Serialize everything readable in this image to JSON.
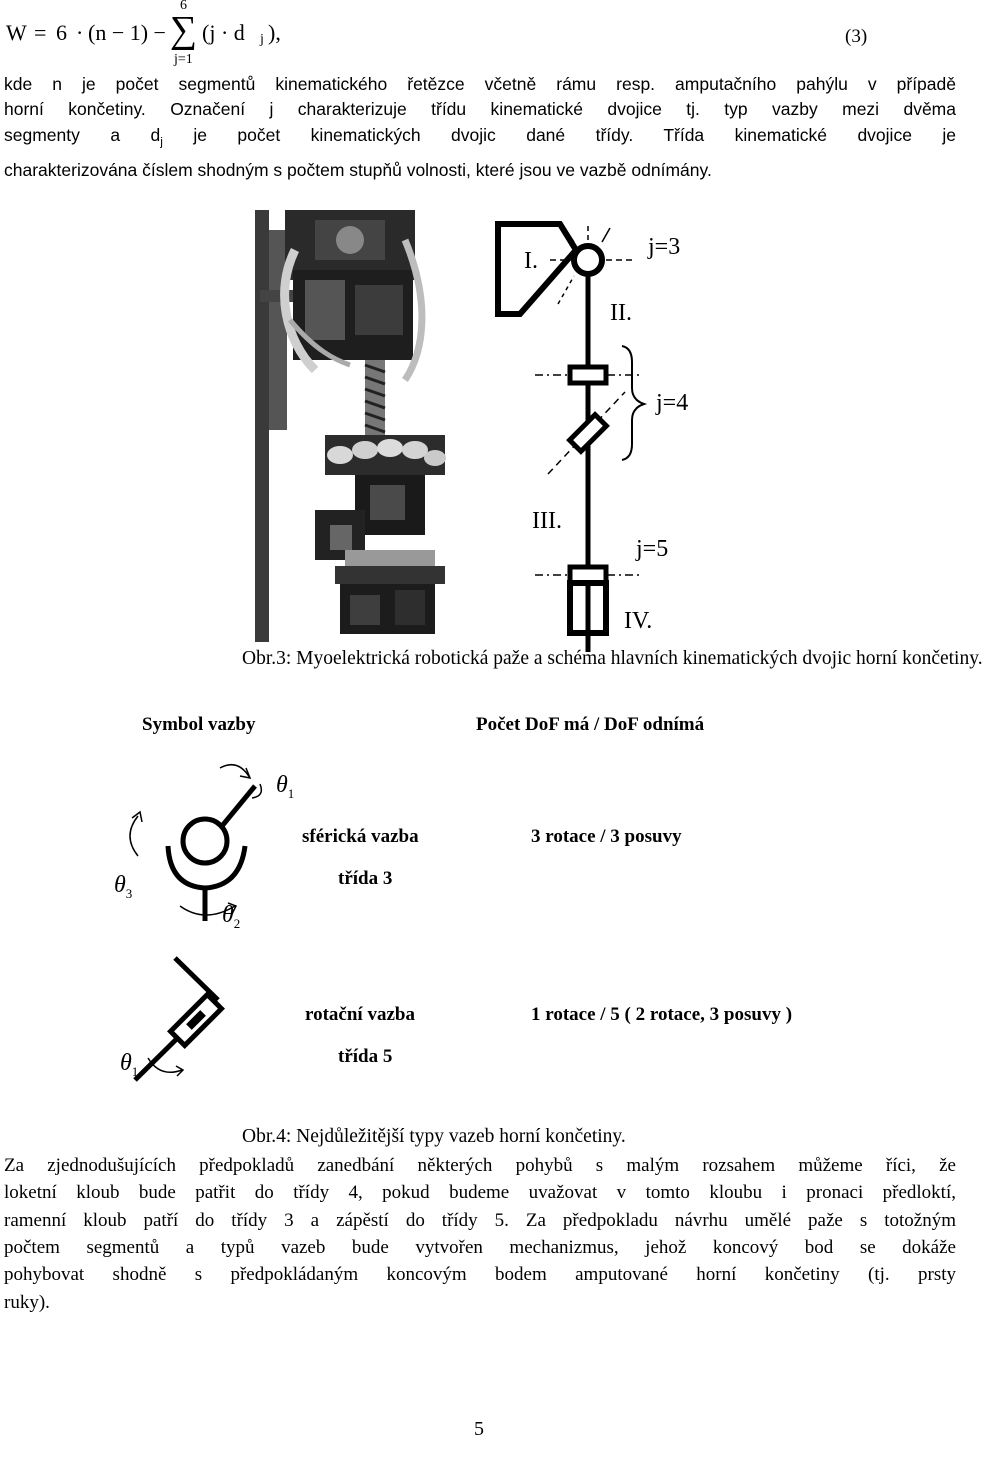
{
  "equation": {
    "lhs": "W",
    "eq": "=",
    "six": "6",
    "dot1": "·",
    "paren_n": "(n − 1) −",
    "sum_top": "6",
    "sum_symbol": "∑",
    "sum_bottom": "j=1",
    "term": "(j · d",
    "term_sub": "j",
    "term_end": "),",
    "number": "(3)"
  },
  "para1": {
    "line1": "kde n je počet segmentů kinematického řetězce včetně rámu resp. amputačního pahýlu v případě",
    "line2": "horní končetiny. Označení j charakterizuje třídu kinematické dvojice tj. typ vazby mezi dvěma",
    "line3a": "segmenty a d",
    "line3sub": "j",
    "line3b": " je počet kinematických dvojic dané třídy. Třída kinematické dvojice je",
    "line4": "charakterizována číslem shodným s počtem stupňů volnosti, které jsou ve vazbě odnímány."
  },
  "figure3": {
    "label_I": "I.",
    "label_II": "II.",
    "label_III": "III.",
    "label_IV": "IV.",
    "label_j3": "j=3",
    "label_j4": "j=4",
    "label_j5": "j=5",
    "caption": "Obr.3: Myoelektrická robotická paže a schéma hlavních kinematických dvojic horní končetiny."
  },
  "figure4": {
    "header_symbol": "Symbol vazby",
    "header_dof": "Počet DoF má / DoF odnímá",
    "theta": "θ",
    "sub1": "1",
    "sub2": "2",
    "sub3": "3",
    "spherical_name": "sférická vazba",
    "spherical_class": "třída 3",
    "spherical_dof": "3 rotace / 3 posuvy",
    "rotational_name": "rotační vazba",
    "rotational_class": "třída 5",
    "rotational_dof": "1 rotace / 5 ( 2 rotace, 3 posuvy )",
    "caption": "Obr.4: Nejdůležitější typy vazeb horní končetiny."
  },
  "para2": {
    "line1": "Za zjednodušujících předpokladů zanedbání některých pohybů s malým rozsahem můžeme říci, že",
    "line2": "loketní kloub bude patřit do třídy 4, pokud budeme uvažovat v tomto kloubu i pronaci předloktí,",
    "line3": "ramenní kloub patří do třídy 3 a zápěstí do třídy 5. Za předpokladu návrhu umělé paže s totožným",
    "line4": "počtem segmentů a typů vazeb bude vytvořen mechanizmus, jehož koncový bod se dokáže",
    "line5": "pohybovat shodně s předpokládaným koncovým bodem amputované horní končetiny (tj. prsty",
    "line6": "ruky)."
  },
  "page_number": "5"
}
